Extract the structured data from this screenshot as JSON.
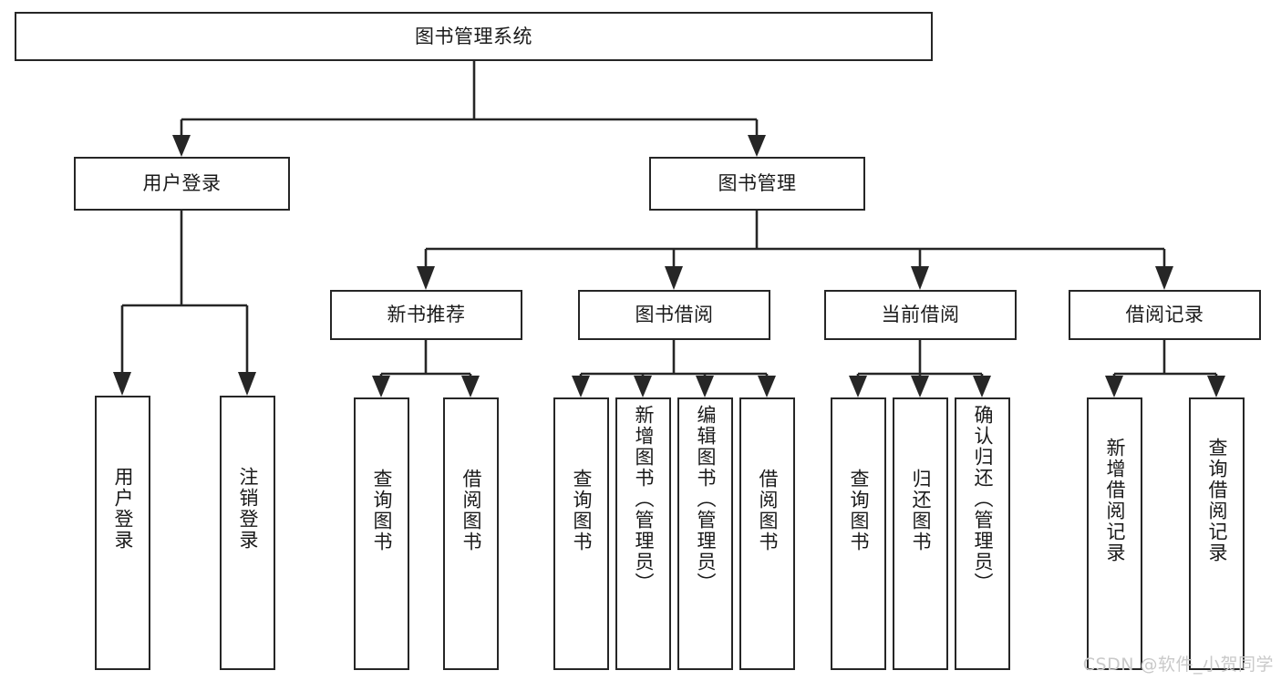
{
  "diagram": {
    "title": "图书管理系统",
    "type": "hierarchy-tree",
    "colors": {
      "background": "#ffffff",
      "stroke": "#262626",
      "text": "#1a1a1a",
      "watermark": "#c9c9c9"
    },
    "root": {
      "label": "图书管理系统"
    },
    "level2": [
      {
        "label": "用户登录"
      },
      {
        "label": "图书管理"
      }
    ],
    "level3": [
      {
        "label": "新书推荐"
      },
      {
        "label": "图书借阅"
      },
      {
        "label": "当前借阅"
      },
      {
        "label": "借阅记录"
      }
    ],
    "leaves": {
      "user_login": [
        {
          "label": "用户登录"
        },
        {
          "label": "注销登录"
        }
      ],
      "new_book_recommend": [
        {
          "label": "查询图书"
        },
        {
          "label": "借阅图书"
        }
      ],
      "book_borrow": [
        {
          "label": "查询图书"
        },
        {
          "label": "新增图书（管理员）"
        },
        {
          "label": "编辑图书（管理员）"
        },
        {
          "label": "借阅图书"
        }
      ],
      "current_borrow": [
        {
          "label": "查询图书"
        },
        {
          "label": "归还图书"
        },
        {
          "label": "确认归还（管理员）"
        }
      ],
      "borrow_record": [
        {
          "label": "新增借阅记录"
        },
        {
          "label": "查询借阅记录"
        }
      ]
    }
  },
  "watermark": {
    "text": "CSDN @软件_小贺同学"
  }
}
